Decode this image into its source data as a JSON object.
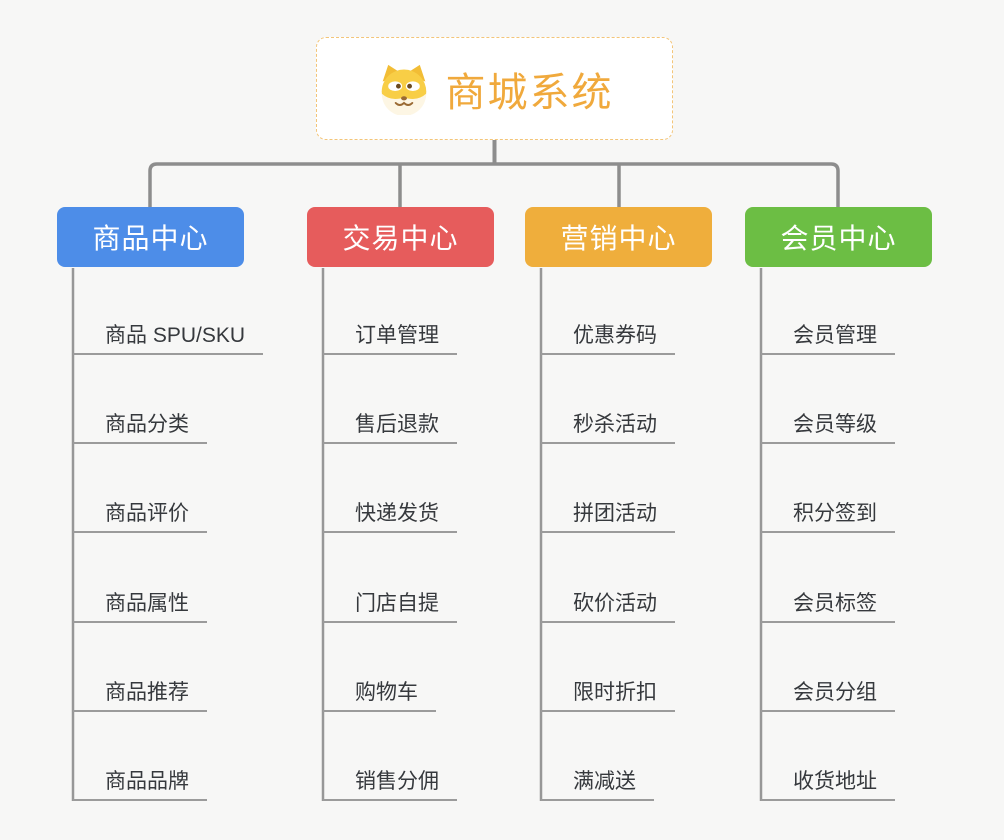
{
  "root": {
    "title": "商城系统",
    "icon": "doge-icon"
  },
  "colors": {
    "root_accent": "#f0a93c",
    "root_border": "#f3c579",
    "connector": "#8d8d8d",
    "leaf_line": "#9b9b9b",
    "background": "#f7f7f6"
  },
  "branches": [
    {
      "label": "商品中心",
      "color": "#4d8de8",
      "items": [
        "商品 SPU/SKU",
        "商品分类",
        "商品评价",
        "商品属性",
        "商品推荐",
        "商品品牌"
      ]
    },
    {
      "label": "交易中心",
      "color": "#e65c5c",
      "items": [
        "订单管理",
        "售后退款",
        "快递发货",
        "门店自提",
        "购物车",
        "销售分佣"
      ]
    },
    {
      "label": "营销中心",
      "color": "#efae3c",
      "items": [
        "优惠券码",
        "秒杀活动",
        "拼团活动",
        "砍价活动",
        "限时折扣",
        "满减送"
      ]
    },
    {
      "label": "会员中心",
      "color": "#6cbe44",
      "items": [
        "会员管理",
        "会员等级",
        "积分签到",
        "会员标签",
        "会员分组",
        "收货地址"
      ]
    }
  ]
}
